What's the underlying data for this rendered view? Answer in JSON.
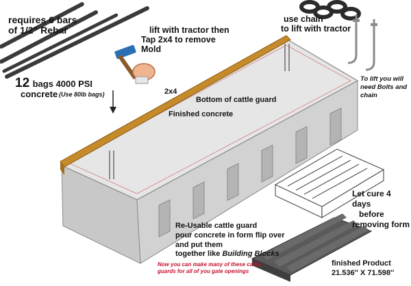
{
  "colors": {
    "concrete_light": "#e6e6e6",
    "concrete_mid": "#c8c8c8",
    "concrete_dark": "#9a9a9a",
    "wood": "#c58a2a",
    "rebar": "#3a3a3a",
    "chain": "#2b2b2b",
    "red_note": "#c8102e",
    "product_dark": "#505050"
  },
  "labels": {
    "rebar_req_line1": "requires 6 bars",
    "rebar_req_line2": "of 1/2'' Rebar",
    "lift_tractor": "lift with tractor then",
    "tap_line1": "Tap 2x4 to remove",
    "tap_line2": "Mold",
    "use_chain_line1": "use chain",
    "use_chain_line2": "to lift with tractor",
    "bags_number": "12",
    "bags_text": "bags 4000 PSI",
    "concrete_word": "concrete",
    "use_80lb": "(Use 80lb bags)",
    "lift_note_line1": "To lift you will",
    "lift_note_line2": "need Bolts and",
    "lift_note_line3": "chain",
    "two_by_four": "2x4",
    "bottom_of_guard": "Bottom of cattle guard",
    "finished_concrete": "Finished concrete",
    "cure_line1": "Let cure 4 days",
    "cure_line2": "before",
    "cure_line3": "removing form",
    "reusable_line1": "Re-Usable cattle guard",
    "reusable_line2": "pour concrete in form flip over",
    "reusable_line3": "and put them",
    "reusable_line4_plain": "together like ",
    "reusable_line4_italic": "Building Blocks",
    "now_line1": "Now you can make many of these cattle",
    "now_line2": "guards for all of you gate openings",
    "finished_product_line1": "finished Product",
    "finished_product_line2": "21.536'' X 71.598''"
  }
}
